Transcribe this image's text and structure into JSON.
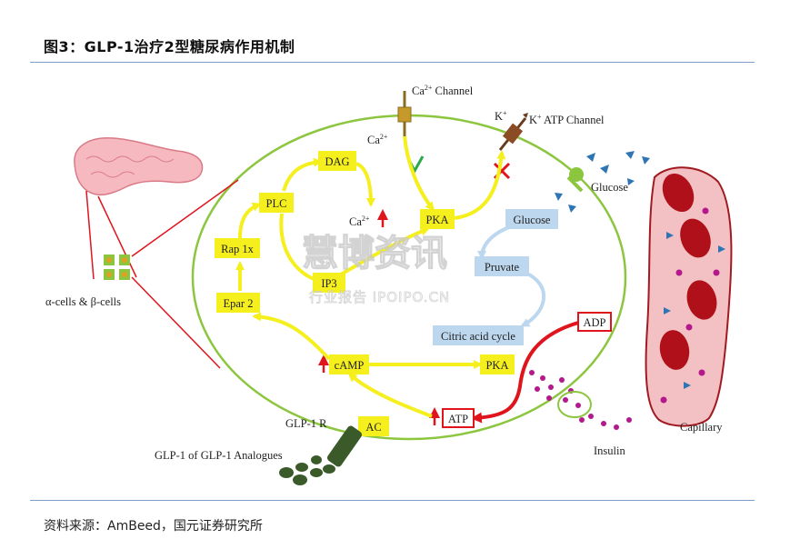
{
  "title": "图3：GLP-1治疗2型糖尿病作用机制",
  "source": "资料来源：AmBeed，国元证券研究所",
  "labels": {
    "ca_channel": "Ca",
    "ca_channel_sup": "2+",
    "ca_channel_rest": " Channel",
    "k_channel_k": "K",
    "k_channel_sup": "+",
    "k_channel_label": "K",
    "k_channel_label_sup": "+",
    "k_channel_rest": " ATP Channel",
    "ca_in": "Ca",
    "ca_in_sup": "2+",
    "ca_mid": "Ca",
    "ca_mid_sup": "2+",
    "glucose_out": "Glucose",
    "alpha_beta": "α-cells & β-cells",
    "glp1r": "GLP-1 R",
    "glp1_analogues": "GLP-1 of GLP-1 Analogues",
    "insulin": "Insulin",
    "capillary": "Capillary"
  },
  "boxes": {
    "dag": "DAG",
    "plc": "PLC",
    "pka_top": "PKA",
    "ip3": "IP3",
    "rap1x": "Rap 1x",
    "epar2": "Epar 2",
    "camp": "cAMP",
    "pka_mid": "PKA",
    "ac": "AC",
    "atp": "ATP",
    "adp": "ADP",
    "glucose_in": "Glucose",
    "pyruvate": "Pruvate",
    "citric": "Citric acid cycle"
  },
  "watermark": {
    "main": "慧博资讯",
    "sub": "行业报告 IPOIPO.CN"
  },
  "colors": {
    "yellow": "#f5ef1e",
    "cell_border": "#8cc63f",
    "red": "#e0141c",
    "blue_box": "#bdd7ee",
    "vessel": "#f3c1c3",
    "rbc": "#b0101a",
    "insulin": "#b5178c",
    "glucose_tri": "#2e75b6",
    "rule": "#7f9fc8"
  }
}
